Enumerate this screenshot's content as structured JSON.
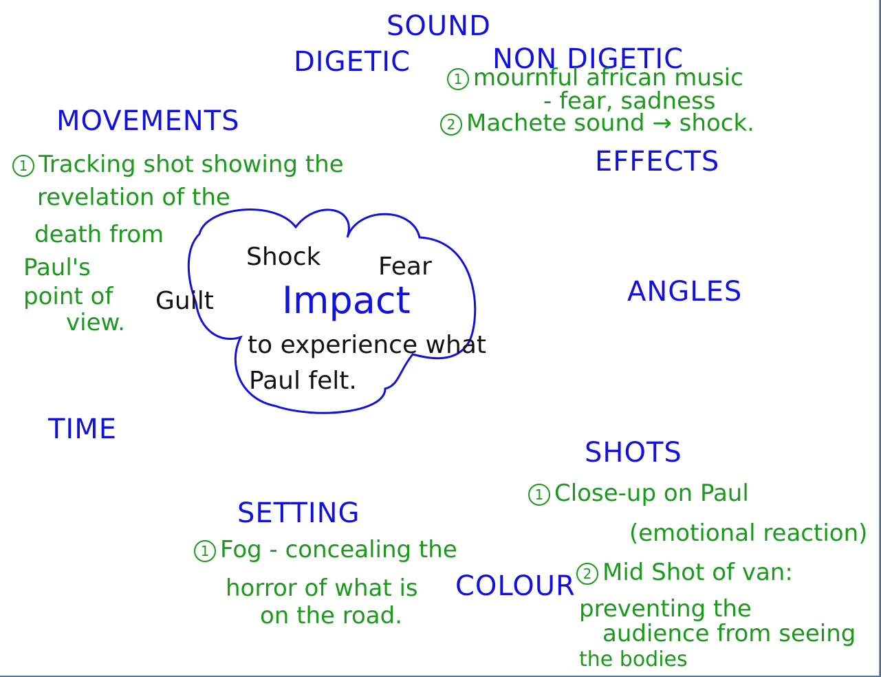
{
  "colors": {
    "heading": "#1010e0",
    "note": "#1a9a1a",
    "core": "#111111",
    "cloud": "#1010e0"
  },
  "sound": {
    "title": "SOUND",
    "digetic": "DIGETIC",
    "non_digetic": "NON DIGETIC",
    "note1_num": "1",
    "note1": "mournful african music",
    "note1b": "- fear, sadness",
    "note2_num": "2",
    "note2": "Machete sound → shock."
  },
  "effects": {
    "title": "EFFECTS"
  },
  "movements": {
    "title": "MOVEMENTS",
    "num": "1",
    "lines": [
      "Tracking shot showing the",
      "revelation of the",
      "death from",
      "Paul's",
      "point of",
      "view."
    ]
  },
  "center": {
    "title": "Impact",
    "shock": "Shock",
    "fear": "Fear",
    "guilt": "Guilt",
    "line1": "to experience what",
    "line2": "Paul felt."
  },
  "angles": {
    "title": "ANGLES"
  },
  "time": {
    "title": "TIME"
  },
  "shots": {
    "title": "SHOTS",
    "n1": "1",
    "s1a": "Close-up on Paul",
    "s1b": "(emotional reaction)",
    "n2": "2",
    "s2a": "Mid Shot of van:",
    "s2b": "preventing the",
    "s2c": "audience from seeing",
    "s2d": "the bodies"
  },
  "setting": {
    "title": "SETTING",
    "num": "1",
    "l1": "Fog - concealing the",
    "l2": "horror of what is",
    "l3": "on the road."
  },
  "colour": {
    "title": "COLOUR"
  }
}
